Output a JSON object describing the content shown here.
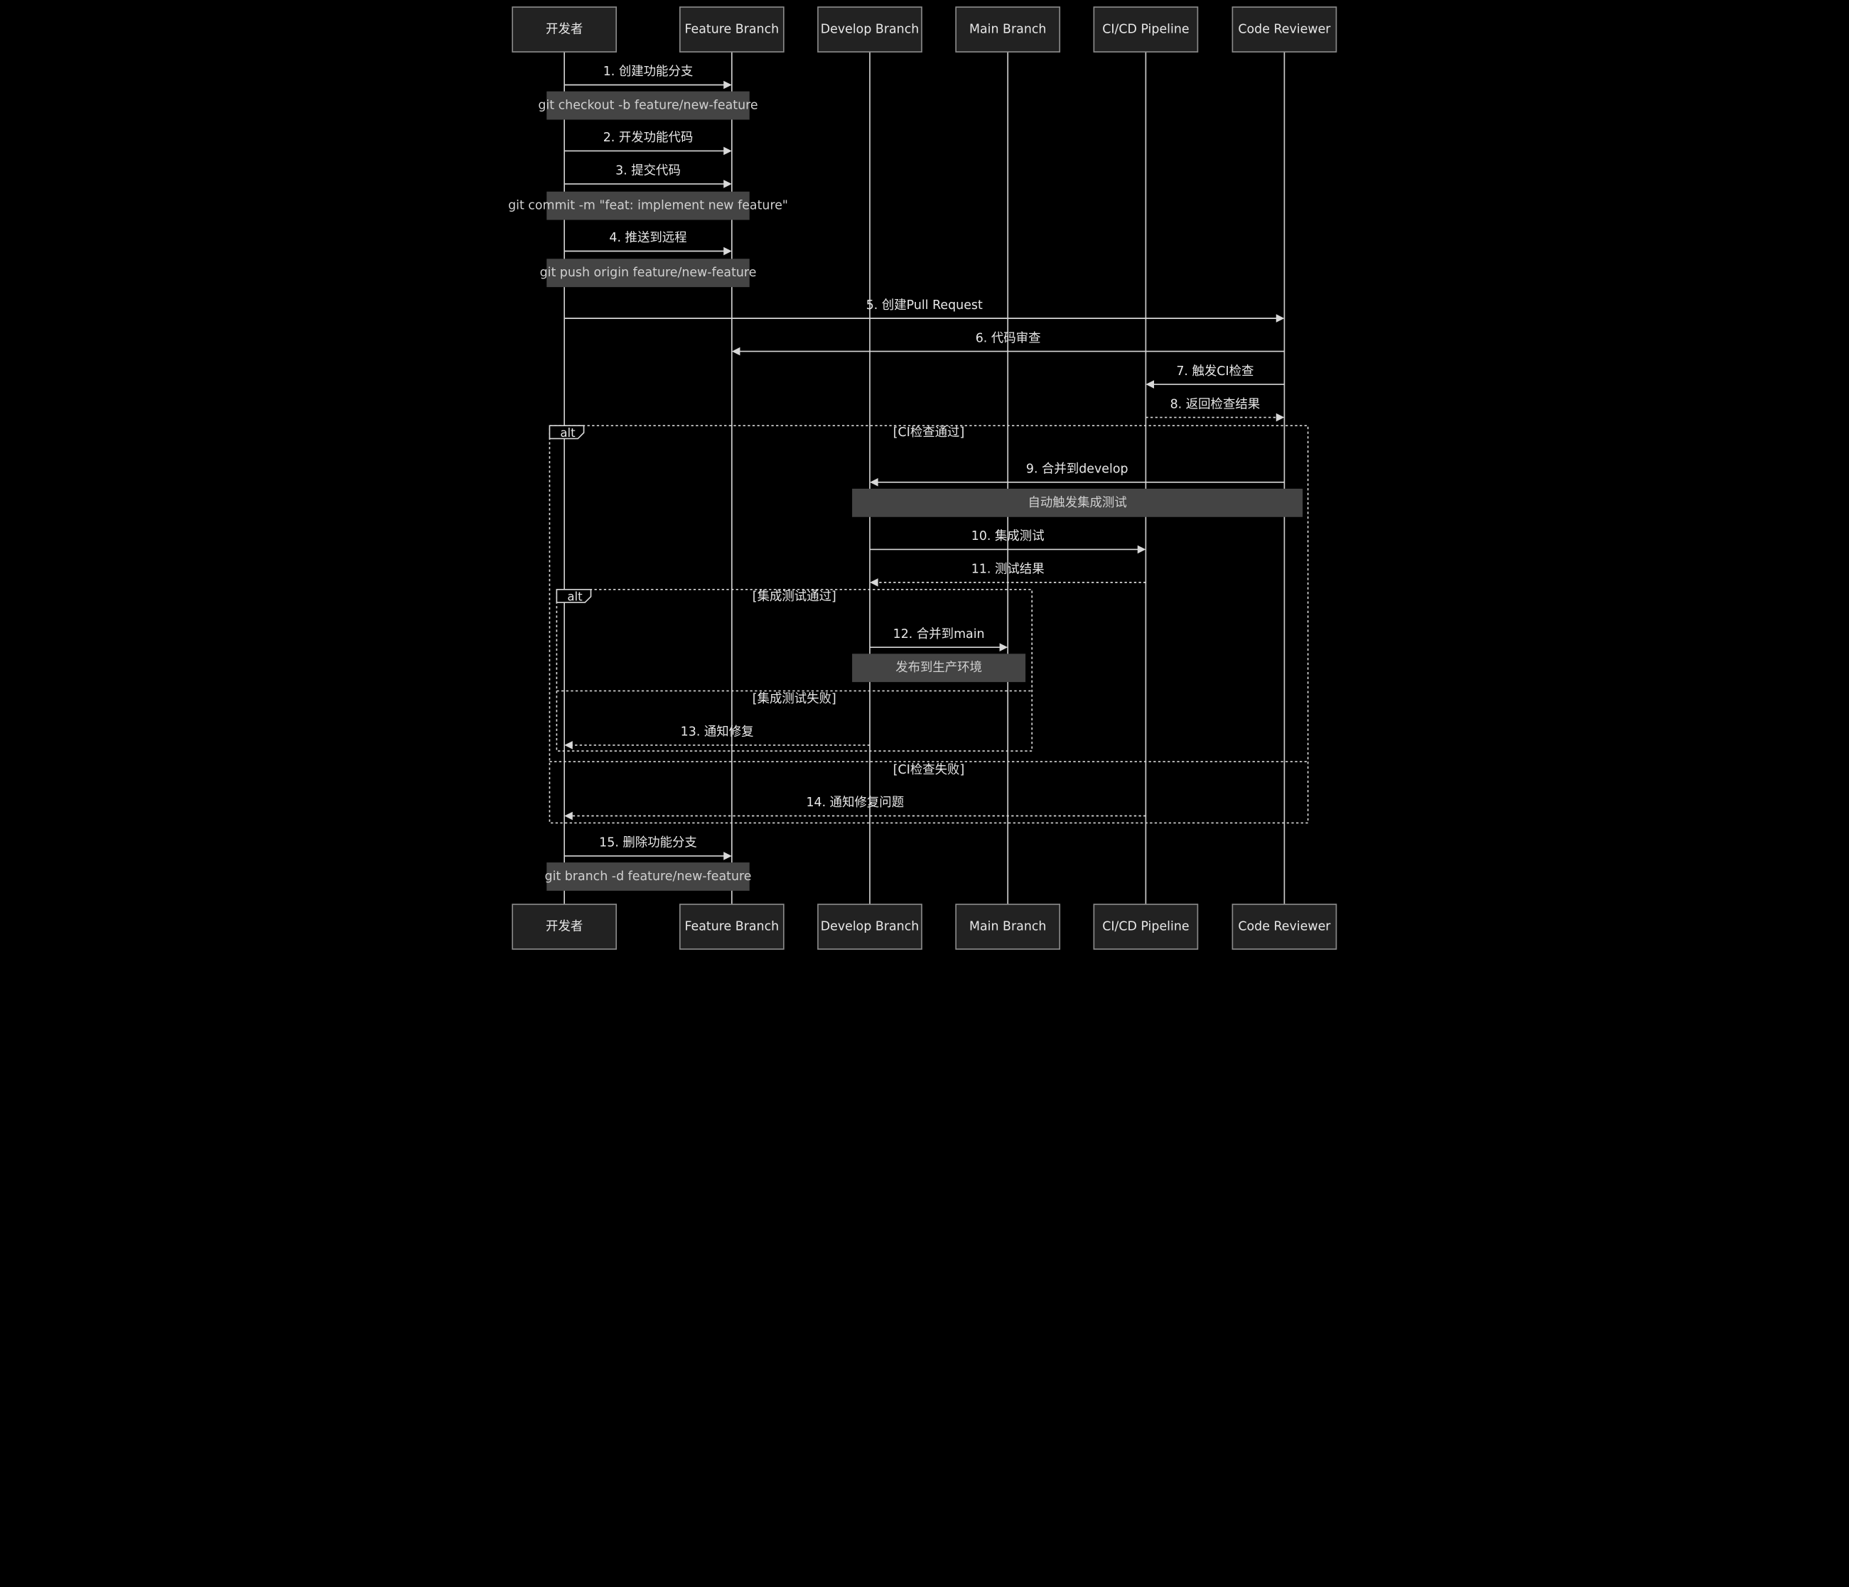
{
  "participants": [
    {
      "id": "dev",
      "name": "开发者"
    },
    {
      "id": "feature",
      "name": "Feature Branch"
    },
    {
      "id": "develop",
      "name": "Develop Branch"
    },
    {
      "id": "main",
      "name": "Main Branch"
    },
    {
      "id": "ci",
      "name": "CI/CD Pipeline"
    },
    {
      "id": "reviewer",
      "name": "Code Reviewer"
    }
  ],
  "steps": [
    {
      "type": "message",
      "from": "dev",
      "to": "feature",
      "style": "solid",
      "text": "1. 创建功能分支"
    },
    {
      "type": "note",
      "over": [
        "dev",
        "feature"
      ],
      "text": "git checkout -b feature/new-feature"
    },
    {
      "type": "message",
      "from": "dev",
      "to": "feature",
      "style": "solid",
      "text": "2. 开发功能代码"
    },
    {
      "type": "message",
      "from": "dev",
      "to": "feature",
      "style": "solid",
      "text": "3. 提交代码"
    },
    {
      "type": "note",
      "over": [
        "dev",
        "feature"
      ],
      "text": "git commit -m \"feat: implement new feature\""
    },
    {
      "type": "message",
      "from": "dev",
      "to": "feature",
      "style": "solid",
      "text": "4. 推送到远程"
    },
    {
      "type": "note",
      "over": [
        "dev",
        "feature"
      ],
      "text": "git push origin feature/new-feature"
    },
    {
      "type": "message",
      "from": "dev",
      "to": "reviewer",
      "style": "solid",
      "text": "5. 创建Pull Request"
    },
    {
      "type": "message",
      "from": "reviewer",
      "to": "feature",
      "style": "solid",
      "text": "6. 代码审查"
    },
    {
      "type": "message",
      "from": "reviewer",
      "to": "ci",
      "style": "solid",
      "text": "7. 触发CI检查"
    },
    {
      "type": "message",
      "from": "ci",
      "to": "reviewer",
      "style": "dotted",
      "text": "8. 返回检查结果"
    },
    {
      "type": "message",
      "from": "reviewer",
      "to": "develop",
      "style": "solid",
      "text": "9. 合并到develop"
    },
    {
      "type": "note",
      "over": [
        "develop",
        "reviewer"
      ],
      "text": "自动触发集成测试"
    },
    {
      "type": "message",
      "from": "develop",
      "to": "ci",
      "style": "solid",
      "text": "10. 集成测试"
    },
    {
      "type": "message",
      "from": "ci",
      "to": "develop",
      "style": "dotted",
      "text": "11. 测试结果"
    },
    {
      "type": "message",
      "from": "develop",
      "to": "main",
      "style": "solid",
      "text": "12. 合并到main"
    },
    {
      "type": "note",
      "over": [
        "develop",
        "main"
      ],
      "text": "发布到生产环境"
    },
    {
      "type": "message",
      "from": "develop",
      "to": "dev",
      "style": "dotted",
      "text": "13. 通知修复"
    },
    {
      "type": "message",
      "from": "ci",
      "to": "dev",
      "style": "dotted",
      "text": "14. 通知修复问题"
    },
    {
      "type": "message",
      "from": "dev",
      "to": "feature",
      "style": "solid",
      "text": "15. 删除功能分支"
    },
    {
      "type": "note",
      "over": [
        "dev",
        "feature"
      ],
      "text": "git branch -d feature/new-feature"
    }
  ],
  "fragments": [
    {
      "kind": "alt",
      "sections": [
        {
          "condition": "[CI检查通过]"
        },
        {
          "condition": "[CI检查失败]"
        }
      ]
    },
    {
      "kind": "alt",
      "sections": [
        {
          "condition": "[集成测试通过]"
        },
        {
          "condition": "[集成测试失败]"
        }
      ]
    }
  ]
}
